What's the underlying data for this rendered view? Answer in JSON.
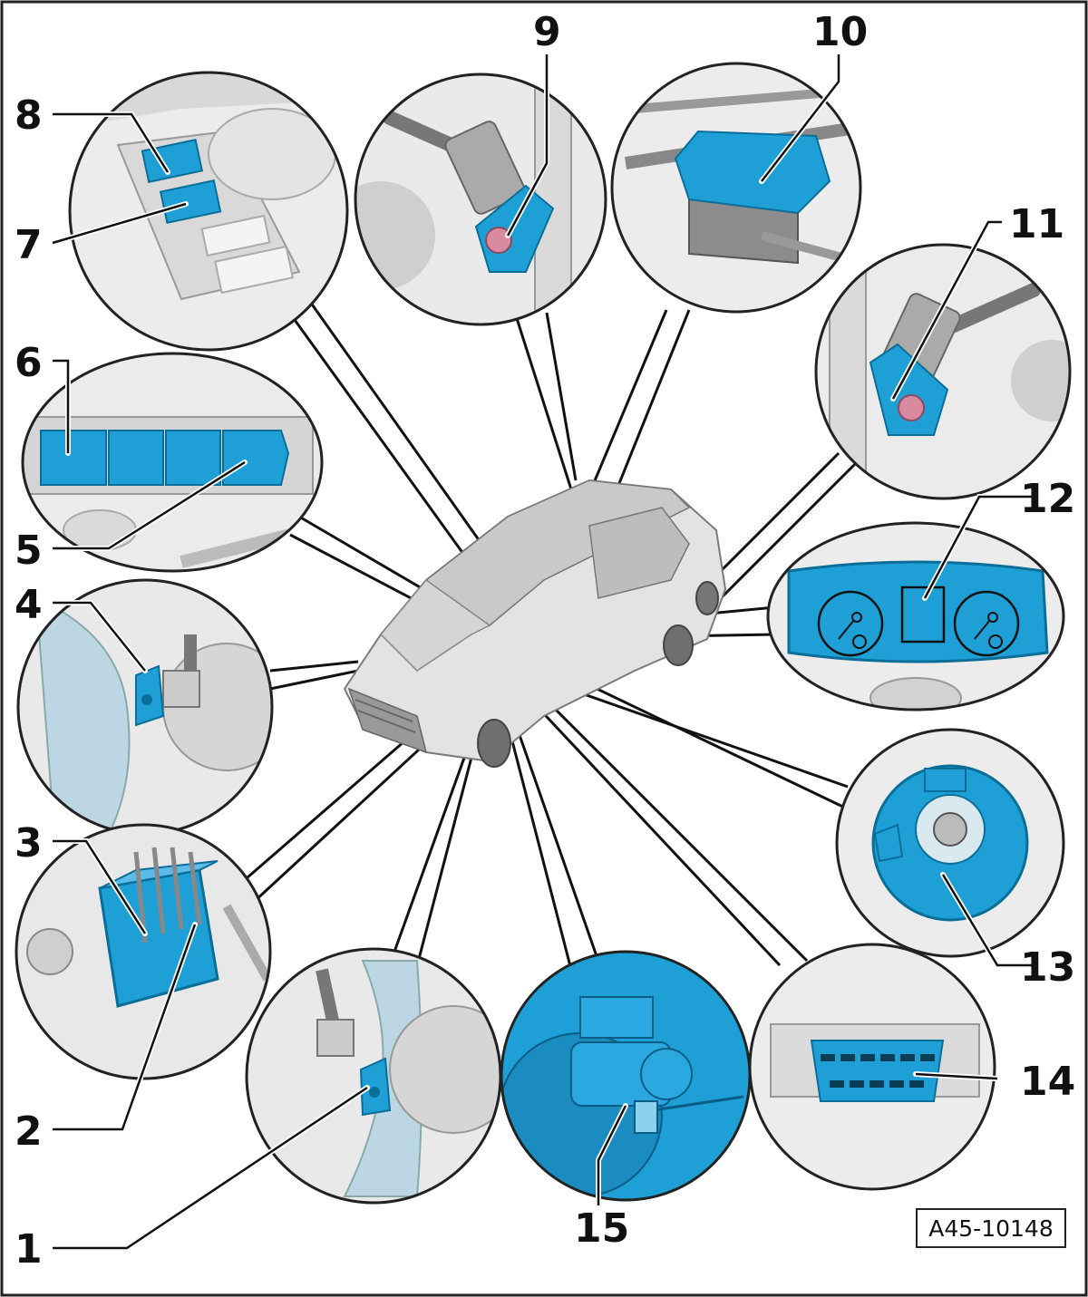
{
  "diagram": {
    "reference_code": "A45-10148",
    "accent_color": "#1e9fd6",
    "labels": [
      "1",
      "2",
      "3",
      "4",
      "5",
      "6",
      "7",
      "8",
      "9",
      "10",
      "11",
      "12",
      "13",
      "14",
      "15"
    ]
  }
}
